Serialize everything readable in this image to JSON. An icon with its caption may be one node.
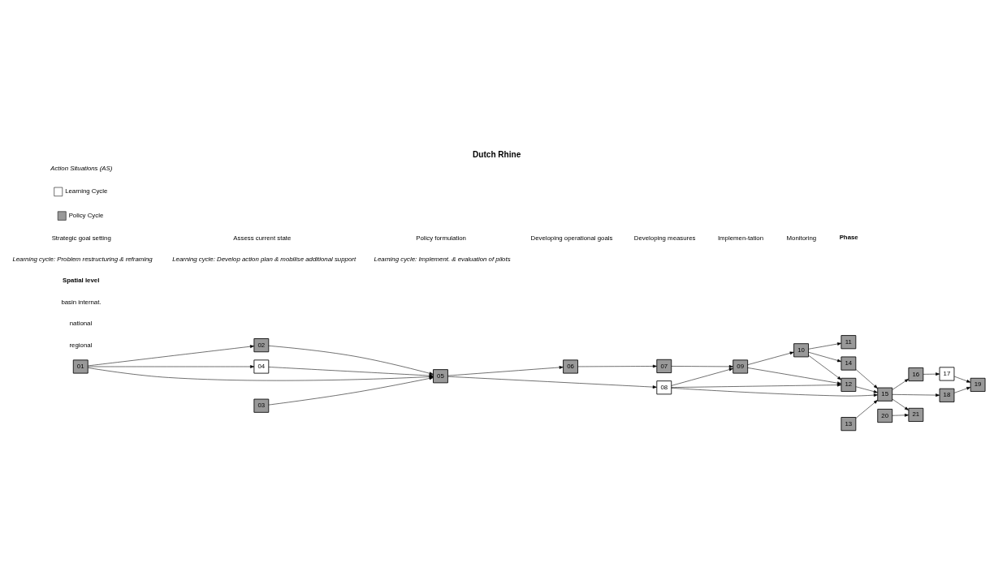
{
  "diagram": {
    "title": "Dutch Rhine",
    "nodes": [
      {
        "text": [
          "01"
        ]
      },
      {
        "text": [
          "02"
        ]
      },
      {
        "text": [
          "03"
        ]
      },
      {
        "text": [
          "04"
        ]
      },
      {
        "text": [
          "05"
        ]
      },
      {
        "text": [
          "06"
        ]
      },
      {
        "text": [
          "07"
        ]
      },
      {
        "text": [
          "08"
        ]
      },
      {
        "text": [
          "09"
        ]
      },
      {
        "text": [
          "10"
        ]
      },
      {
        "text": [
          "11"
        ]
      },
      {
        "text": [
          "12"
        ]
      },
      {
        "text": [
          "13"
        ]
      },
      {
        "text": [
          "14"
        ]
      },
      {
        "text": [
          "15"
        ]
      },
      {
        "text": [
          "16"
        ]
      },
      {
        "text": [
          "17"
        ]
      },
      {
        "text": [
          "18"
        ]
      },
      {
        "text": [
          "19"
        ]
      },
      {
        "text": [
          "20"
        ]
      },
      {
        "text": [
          "21"
        ]
      }
    ],
    "edges": [
      {
        "from": 5,
        "to": 6,
        "arrow": "to"
      },
      {
        "from": 6,
        "to": 8,
        "arrow": "to"
      },
      {
        "from": 8,
        "to": 11,
        "arrow": "to"
      },
      {
        "from": 8,
        "to": 9,
        "arrow": "to"
      },
      {
        "from": 7,
        "to": 8,
        "arrow": "to"
      },
      {
        "from": 13,
        "to": 14,
        "arrow": "to"
      },
      {
        "from": 11,
        "to": 14,
        "arrow": "to"
      },
      {
        "from": 12,
        "to": 14,
        "arrow": "to"
      },
      {
        "from": 7,
        "to": 14,
        "arrow": "to"
      },
      {
        "from": 7,
        "to": 11,
        "arrow": "to"
      },
      {
        "from": 9,
        "to": 11,
        "arrow": "to"
      },
      {
        "from": 9,
        "to": 13,
        "arrow": "to"
      },
      {
        "from": 14,
        "to": 20,
        "arrow": "to"
      },
      {
        "from": 19,
        "to": 20,
        "arrow": "to"
      },
      {
        "from": 14,
        "to": 17,
        "arrow": "to"
      },
      {
        "from": 14,
        "to": 15,
        "arrow": "to"
      },
      {
        "from": 4,
        "to": 7,
        "arrow": "to"
      },
      {
        "from": 9,
        "to": 10,
        "arrow": "to"
      },
      {
        "from": 17,
        "to": 18,
        "arrow": "to"
      },
      {
        "from": 15,
        "to": 16,
        "arrow": "to"
      },
      {
        "from": 0,
        "to": 3,
        "arrow": "to"
      },
      {
        "from": 0,
        "to": 1,
        "arrow": "to"
      },
      {
        "from": 0,
        "to": 4,
        "arrow": "to"
      },
      {
        "from": 1,
        "to": 4,
        "arrow": "to"
      },
      {
        "from": 3,
        "to": 4,
        "arrow": "to"
      },
      {
        "from": 16,
        "to": 18,
        "arrow": "to"
      },
      {
        "from": 2,
        "to": 4,
        "arrow": "to"
      },
      {
        "from": 4,
        "to": 5,
        "arrow": "to"
      }
    ],
    "labels": [
      "Spatial level",
      "basin internat.",
      "national",
      "regional",
      "Phase",
      "Strategic goal setting",
      "Assess current state",
      "Policy formulation",
      "Developing operational goals",
      "Developing measures",
      "Implemen-tation",
      "Monitoring",
      "Learning cycle: Problem restructuring & reframing",
      "Learning cycle: Develop action plan & mobilise additional support",
      "Learning cycle: Implement. & evaluation of pilots",
      "Action Situations (AS)"
    ],
    "legend": [
      {
        "text": "Learning Cycle",
        "color": "#ffffff"
      },
      {
        "text": "Policy Cycle",
        "color": "#999999"
      }
    ]
  }
}
